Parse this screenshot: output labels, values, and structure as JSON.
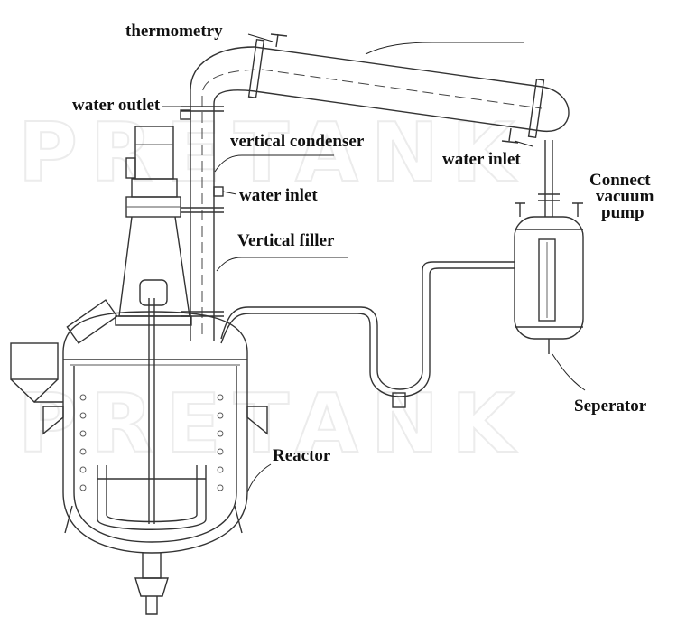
{
  "watermark": "PRETANK",
  "labels": {
    "thermometry": "thermometry",
    "water_outlet": "water outlet",
    "vertical_condenser": "vertical condenser",
    "water_inlet_left": "water inlet",
    "vertical_filler": "Vertical filler",
    "water_inlet_right": "water inlet",
    "connect_line1": "Connect",
    "connect_line2": "vacuum",
    "connect_line3": "pump",
    "separator": "Seperator",
    "reactor": "Reactor"
  }
}
